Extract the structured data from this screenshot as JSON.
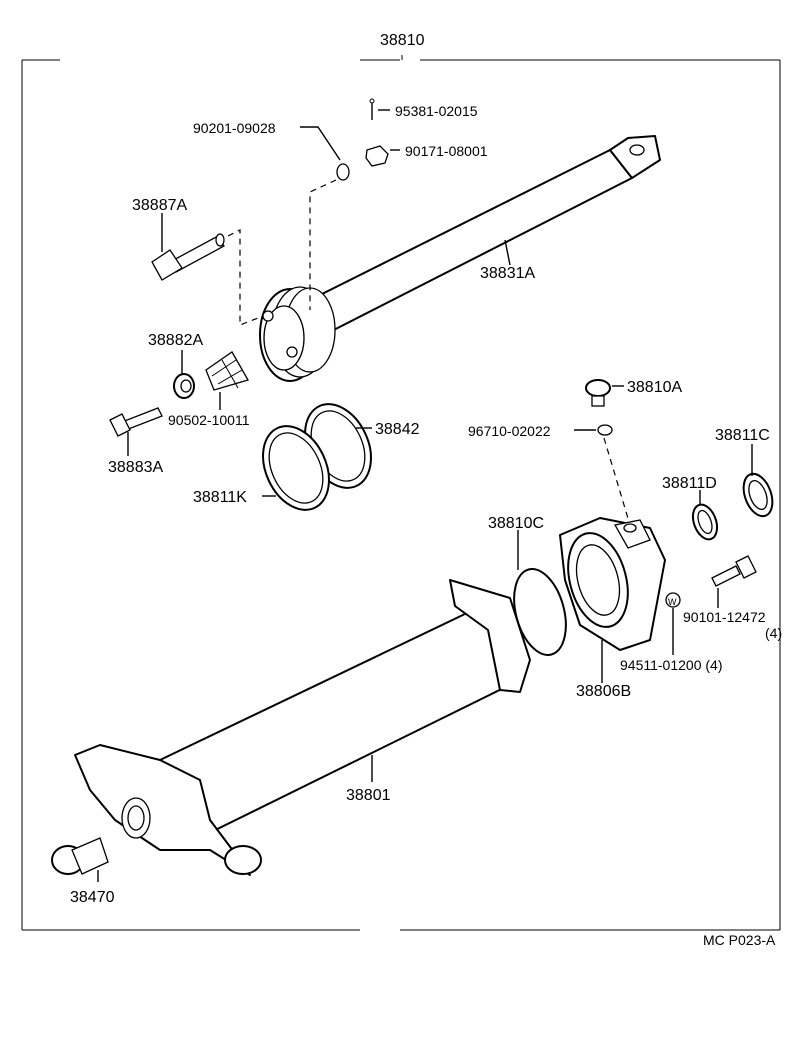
{
  "assembly": {
    "number": "38810"
  },
  "labels": {
    "p_95381_02015": "95381-02015",
    "p_90201_09028": "90201-09028",
    "p_90171_08001": "90171-08001",
    "p_38887A": "38887A",
    "p_38831A": "38831A",
    "p_38882A": "38882A",
    "p_90502_10011": "90502-10011",
    "p_38883A": "38883A",
    "p_38842": "38842",
    "p_38811K": "38811K",
    "p_38810A": "38810A",
    "p_96710_02022": "96710-02022",
    "p_38811C": "38811C",
    "p_38811D": "38811D",
    "p_38810C": "38810C",
    "p_90101_12472": "90101-12472",
    "p_90101_qty": "(4)",
    "p_94511_01200": "94511-01200 (4)",
    "p_38806B": "38806B",
    "p_38801": "38801",
    "p_38470": "38470"
  },
  "washer_mark": "W",
  "figure_code": "MC P023-A",
  "icons": {
    "cylinder-body": "38801",
    "piston-rod": "38831A",
    "front-housing": "38806B",
    "hose-fitting": "38470"
  }
}
